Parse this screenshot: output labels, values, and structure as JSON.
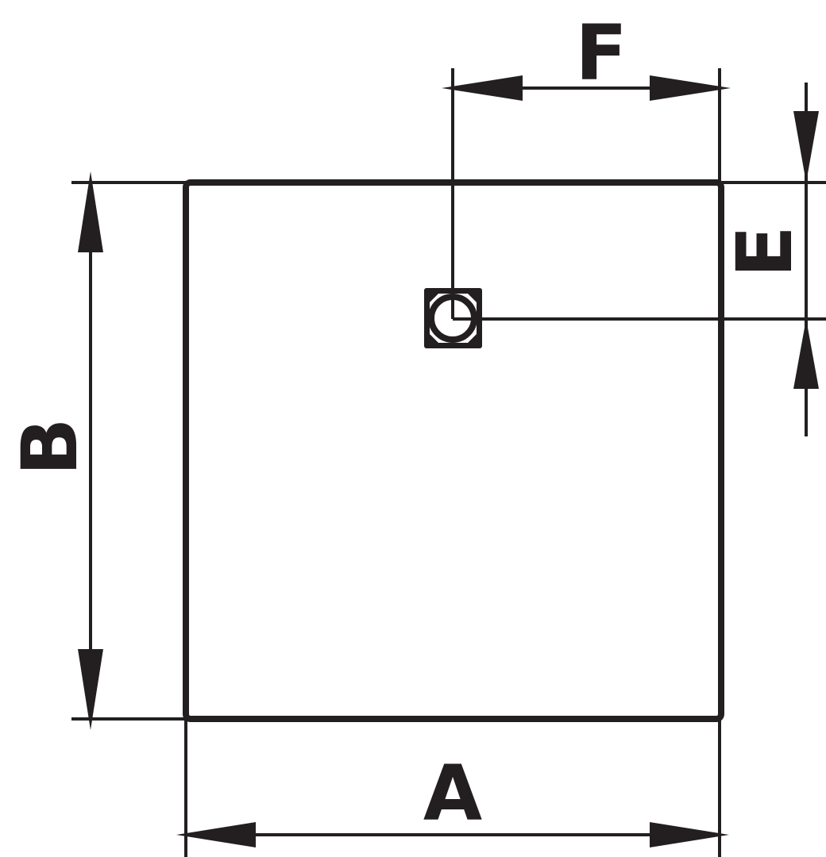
{
  "diagram": {
    "title": "",
    "labels": {
      "width": "A",
      "height": "B",
      "offset_vertical": "E",
      "offset_horizontal": "F"
    },
    "colors": {
      "stroke": "#231f20",
      "background": "#ffffff"
    },
    "icons": {
      "fitting": "drain-fitting-icon"
    }
  }
}
